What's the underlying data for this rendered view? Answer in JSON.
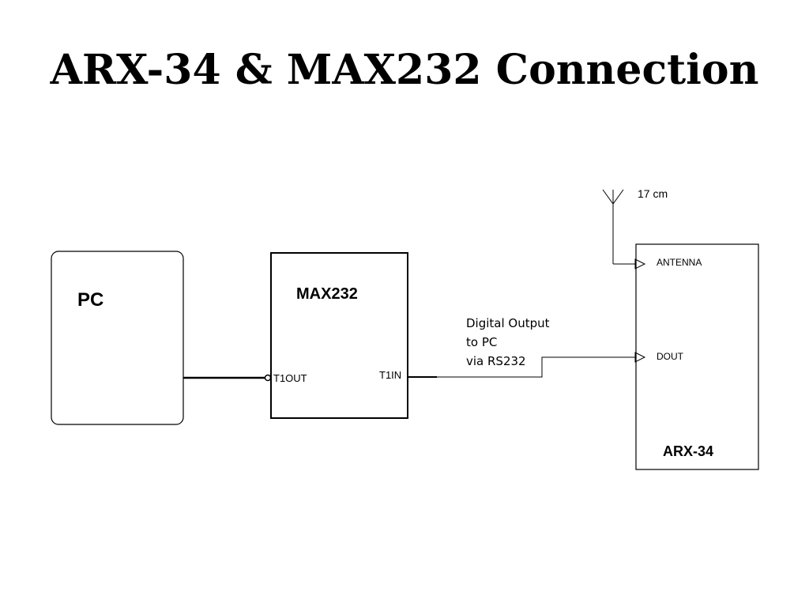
{
  "title": "ARX-34 & MAX232 Connection",
  "blocks": {
    "pc": {
      "label": "PC"
    },
    "max232": {
      "label": "MAX232",
      "pin_left": "T1OUT",
      "pin_right": "T1IN"
    },
    "arx34": {
      "label": "ARX-34",
      "pin_antenna": "ANTENNA",
      "pin_dout": "DOUT"
    }
  },
  "antenna": {
    "length_label": "17 cm"
  },
  "note": {
    "lines": [
      "Digital Output",
      "to PC",
      "via RS232"
    ]
  },
  "colors": {
    "line": "#000000",
    "background": "#ffffff"
  }
}
